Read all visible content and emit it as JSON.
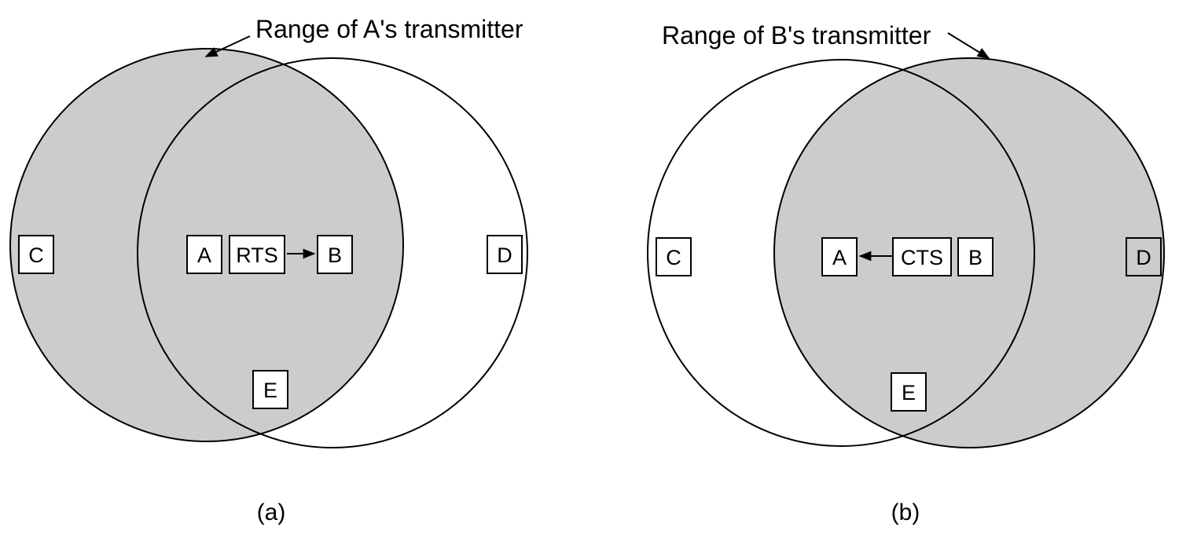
{
  "colors": {
    "shade": "#cccccc",
    "line": "#000000",
    "background": "#ffffff"
  },
  "panel_a": {
    "range_label": "Range of A's transmitter",
    "caption": "(a)",
    "nodes": {
      "c": "C",
      "a": "A",
      "msg": "RTS",
      "b": "B",
      "d": "D",
      "e": "E"
    }
  },
  "panel_b": {
    "range_label": "Range of B's transmitter",
    "caption": "(b)",
    "nodes": {
      "c": "C",
      "a": "A",
      "msg": "CTS",
      "b": "B",
      "d": "D",
      "e": "E"
    }
  }
}
